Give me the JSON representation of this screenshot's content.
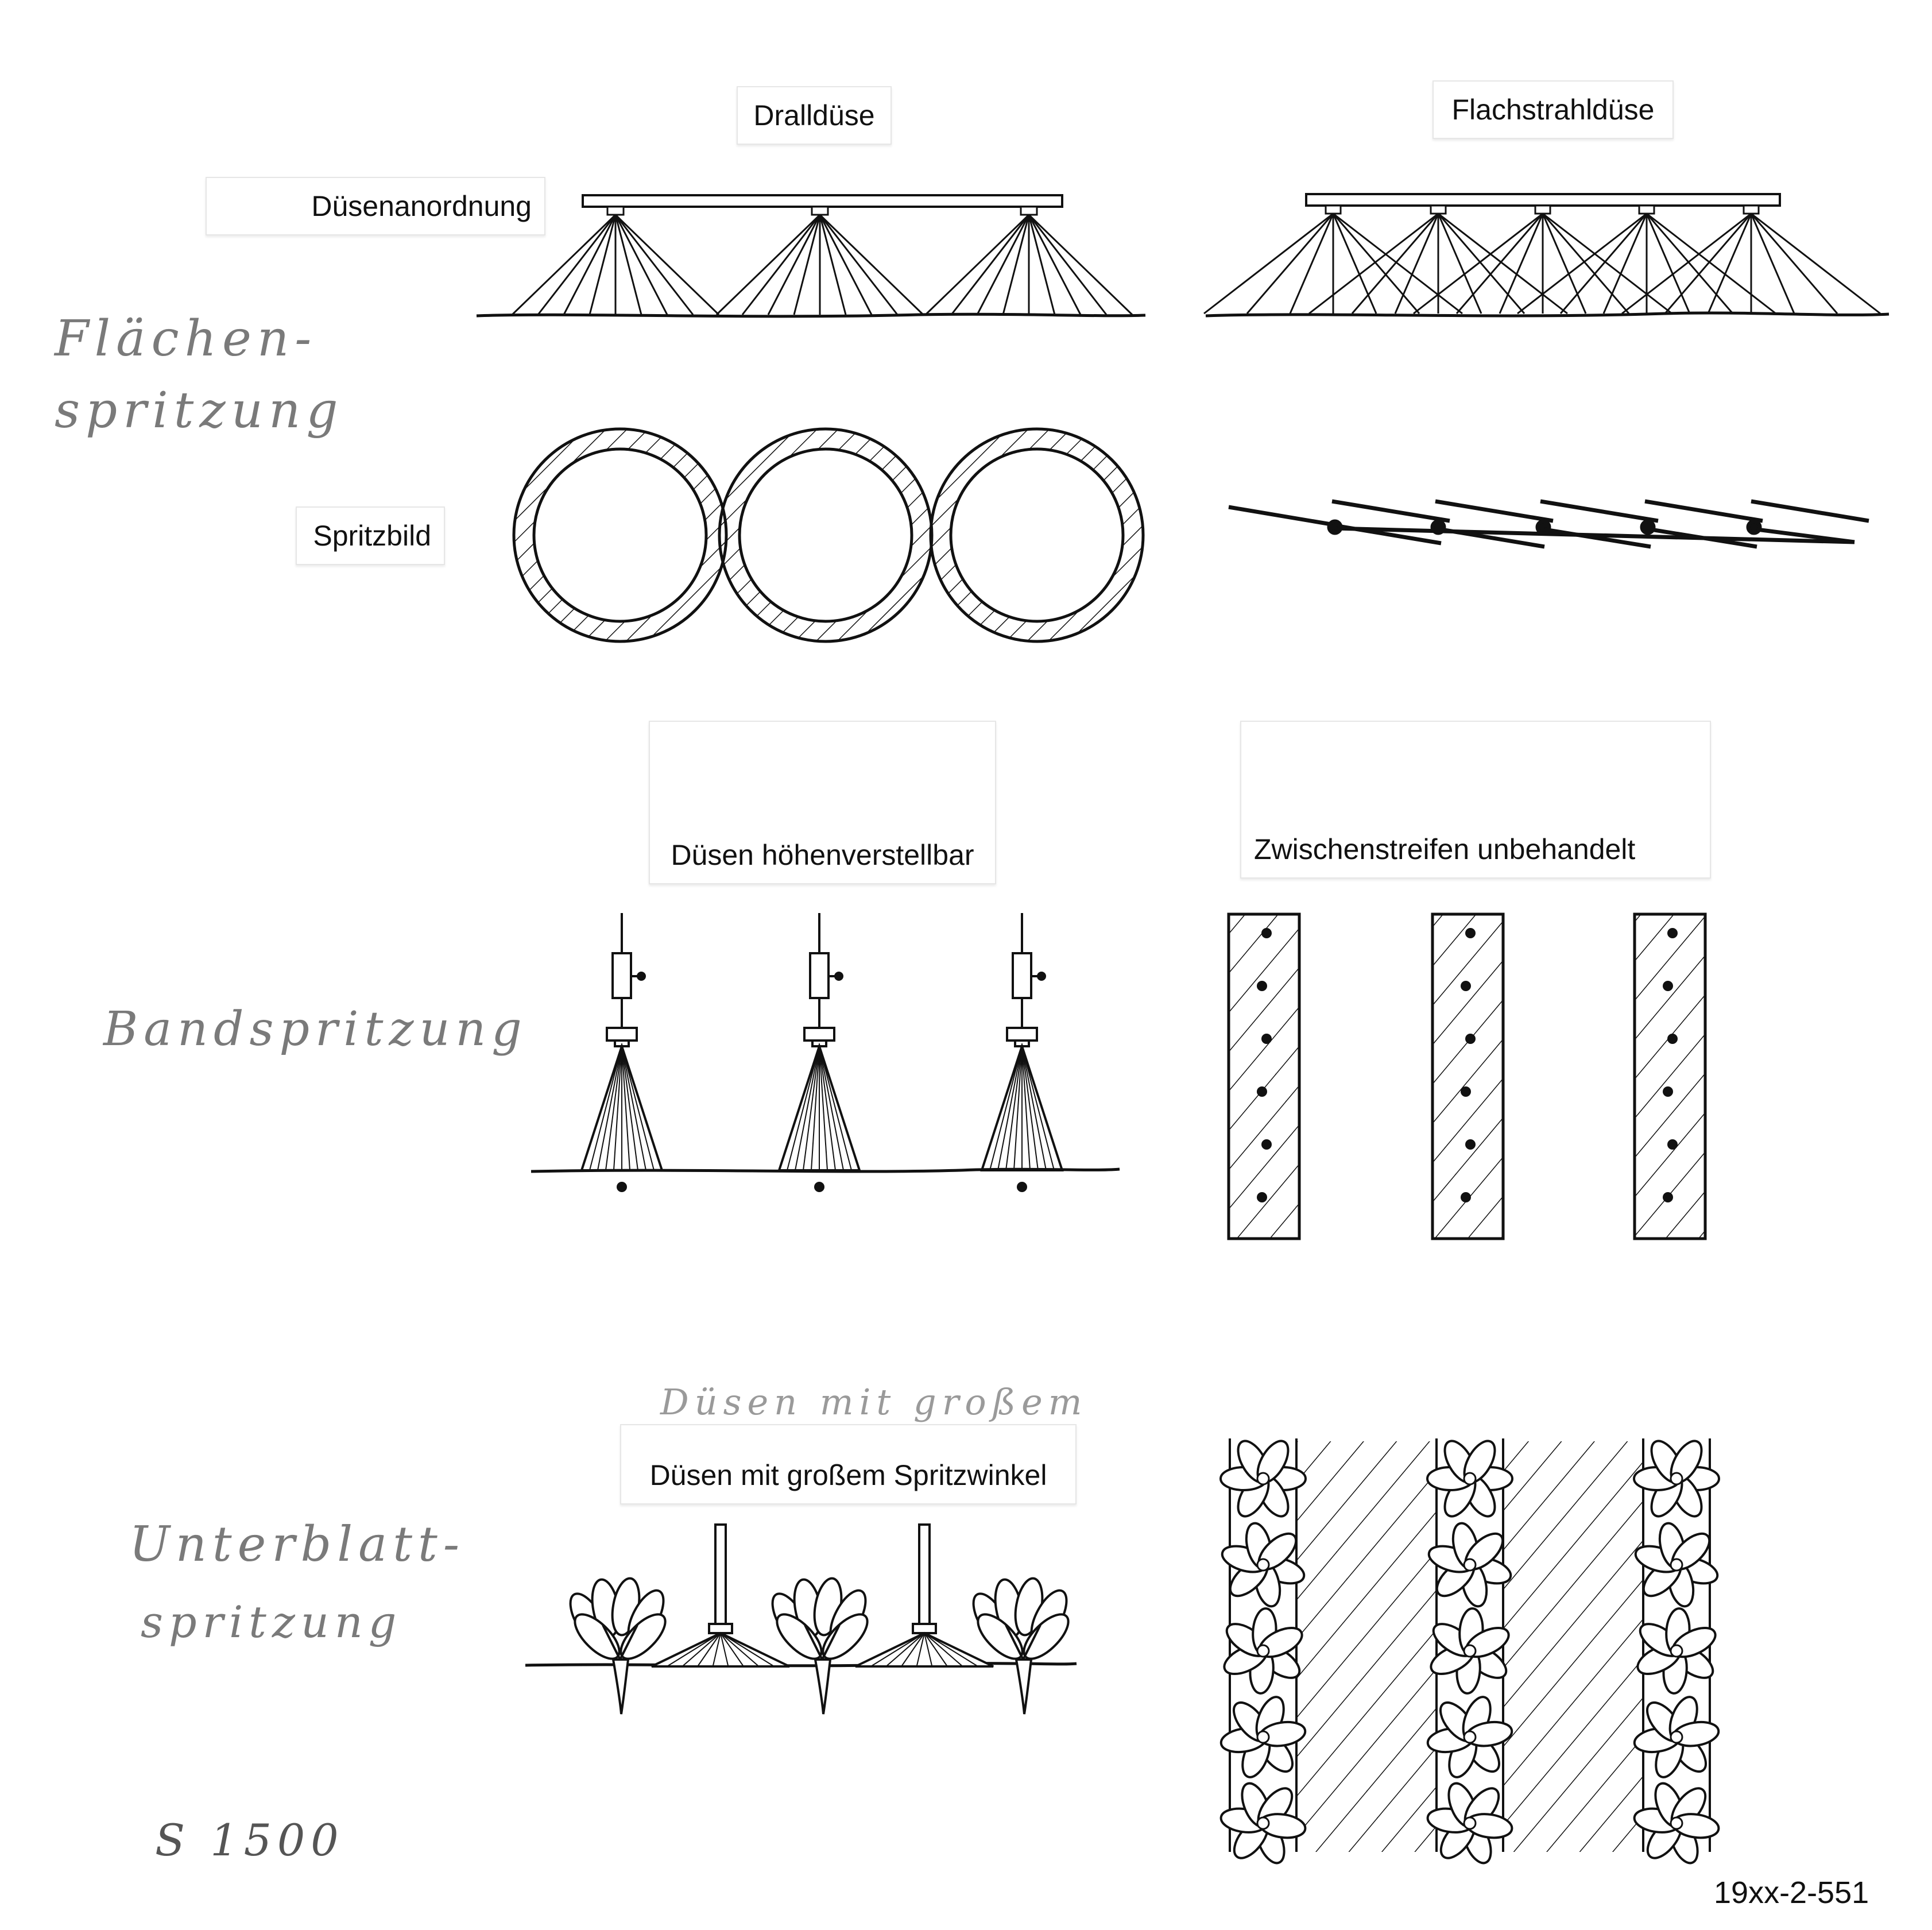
{
  "labels": {
    "dralldüse": "Dralldüse",
    "flachstrahldüse": "Flachstrahldüse",
    "düsenanordnung": "Düsenanordnung",
    "spritzbild": "Spritzbild",
    "düsen_höhenverstellbar": "Düsen höhenverstellbar",
    "zwischenstreifen": "Zwischenstreifen unbehandelt",
    "düsen_spritzwinkel": "Düsen mit großem Spritzwinkel"
  },
  "handwritten": {
    "flaechen_line1": "Flächen-",
    "flaechen_line2": "spritzung",
    "band": "Bandspritzung",
    "unterblatt_line1": "Unterblatt-",
    "unterblatt_line2": "spritzung",
    "annotation": "Düsen mit großem",
    "number": "S 1500"
  },
  "footer": {
    "code": "19xx-2-551"
  }
}
